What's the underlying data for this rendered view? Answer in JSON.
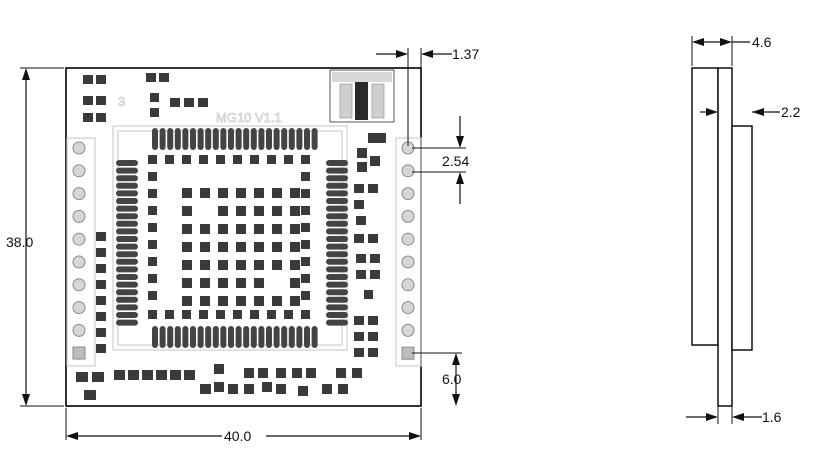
{
  "dimensions": {
    "pin_offset": "1.37",
    "pin_pitch": "2.54",
    "height": "38.0",
    "width": "40.0",
    "bottom_offset": "6.0",
    "side_total": "4.6",
    "side_offset": "2.2",
    "side_board": "1.6"
  },
  "silkscreen": {
    "model": "MG10 V1.1",
    "ref": "3"
  },
  "colors": {
    "pads": "#3a3a3a",
    "pins": "#d6d6d6",
    "silk": "#cfcfcf",
    "lines": "#111111"
  }
}
